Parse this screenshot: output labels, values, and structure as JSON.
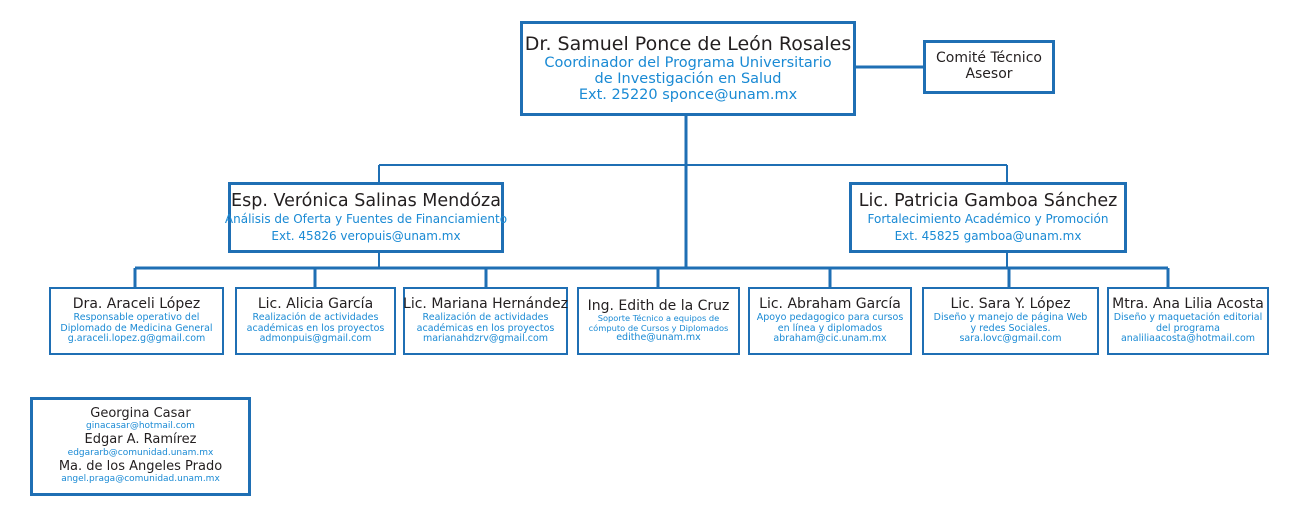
{
  "chart": {
    "head": {
      "name": "Dr. Samuel Ponce de León Rosales",
      "role": [
        "Coordinador del Programa Universitario",
        "de Investigación en Salud"
      ],
      "contact": "Ext. 25220 sponce@unam.mx"
    },
    "committee": {
      "name": [
        "Comité Técnico",
        "Asesor"
      ]
    },
    "left": {
      "name": "Esp. Verónica Salinas Mendóza",
      "role": "Análisis de Oferta y Fuentes de Financiamiento",
      "contact": "Ext. 45826 veropuis@unam.mx"
    },
    "right": {
      "name": "Lic. Patricia Gamboa Sánchez",
      "role": "Fortalecimiento Académico y Promoción",
      "contact": "Ext. 45825 gamboa@unam.mx"
    },
    "staff": [
      {
        "name": "Dra. Araceli López",
        "role": [
          "Responsable operativo del",
          "Diplomado de Medicina General"
        ],
        "contact": "g.araceli.lopez.g@gmail.com"
      },
      {
        "name": "Lic. Alicia García",
        "role": [
          "Realización de actividades",
          "académicas en los proyectos"
        ],
        "contact": "admonpuis@gmail.com"
      },
      {
        "name": "Lic. Mariana Hernández",
        "role": [
          "Realización de actividades",
          "académicas en los proyectos"
        ],
        "contact": "marianahdzrv@gmail.com"
      },
      {
        "name": "Ing. Edith de la Cruz",
        "role": [
          "Soporte Técnico a equipos de",
          "cómputo de Cursos y Diplomados"
        ],
        "contact": "edithe@unam.mx"
      },
      {
        "name": "Lic. Abraham García",
        "role": [
          "Apoyo pedagogico para cursos",
          "en línea y diplomados"
        ],
        "contact": "abraham@cic.unam.mx"
      },
      {
        "name": "Lic. Sara Y. López",
        "role": [
          "Diseño y manejo de página Web",
          "y redes Sociales."
        ],
        "contact": "sara.lovc@gmail.com"
      },
      {
        "name": "Mtra. Ana Lilia Acosta",
        "role": [
          "Diseño y maquetación editorial",
          "del programa"
        ],
        "contact": "analiliaacosta@hotmail.com"
      }
    ],
    "extra": [
      {
        "name": "Georgina Casar",
        "contact": "ginacasar@hotmail.com"
      },
      {
        "name": "Edgar A. Ramírez",
        "contact": "edgararb@comunidad.unam.mx"
      },
      {
        "name": "Ma. de los Angeles Prado",
        "contact": "angel.praga@comunidad.unam.mx"
      }
    ]
  }
}
